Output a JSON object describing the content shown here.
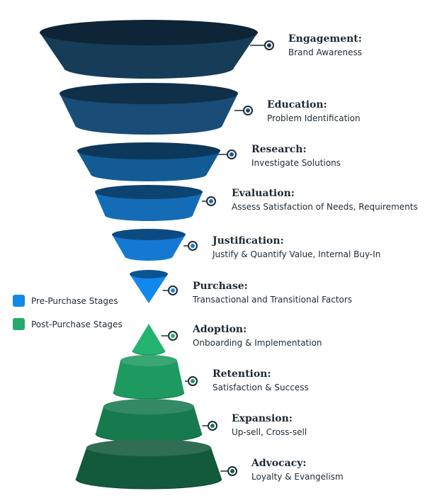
{
  "colors": {
    "pre_dark": "#173c58",
    "pre_mid": "#135b94",
    "pre_bright": "#1286e6",
    "post_bright": "#26b172",
    "post_dark": "#13583b",
    "connector": "#1e2a33"
  },
  "legend": [
    {
      "label": "Pre-Purchase Stages",
      "color": "#1487e8"
    },
    {
      "label": "Post-Purchase Stages",
      "color": "#27a86c"
    }
  ],
  "stages": [
    {
      "title": "Engagement:",
      "desc": "Brand Awareness",
      "group": "pre",
      "color": "#173c58"
    },
    {
      "title": "Education:",
      "desc": "Problem Identification",
      "group": "pre",
      "color": "#194c76"
    },
    {
      "title": "Research:",
      "desc": "Investigate Solutions",
      "group": "pre",
      "color": "#135b94"
    },
    {
      "title": "Evaluation:",
      "desc": "Assess Satisfaction of Needs, Requirements",
      "group": "pre",
      "color": "#146cb6"
    },
    {
      "title": "Justification:",
      "desc": "Justify & Quantify Value, Internal Buy-In",
      "group": "pre",
      "color": "#1479d2"
    },
    {
      "title": "Purchase:",
      "desc": "Transactional and Transitional Factors",
      "group": "pre",
      "color": "#1188ec"
    },
    {
      "title": "Adoption:",
      "desc": "Onboarding & Implementation",
      "group": "post",
      "color": "#25b371"
    },
    {
      "title": "Retention:",
      "desc": "Satisfaction & Success",
      "group": "post",
      "color": "#1e9a61"
    },
    {
      "title": "Expansion:",
      "desc": "Up-sell, Cross-sell",
      "group": "post",
      "color": "#177a4f"
    },
    {
      "title": "Advocacy:",
      "desc": "Loyalty & Evangelism",
      "group": "post",
      "color": "#135a3c"
    }
  ]
}
